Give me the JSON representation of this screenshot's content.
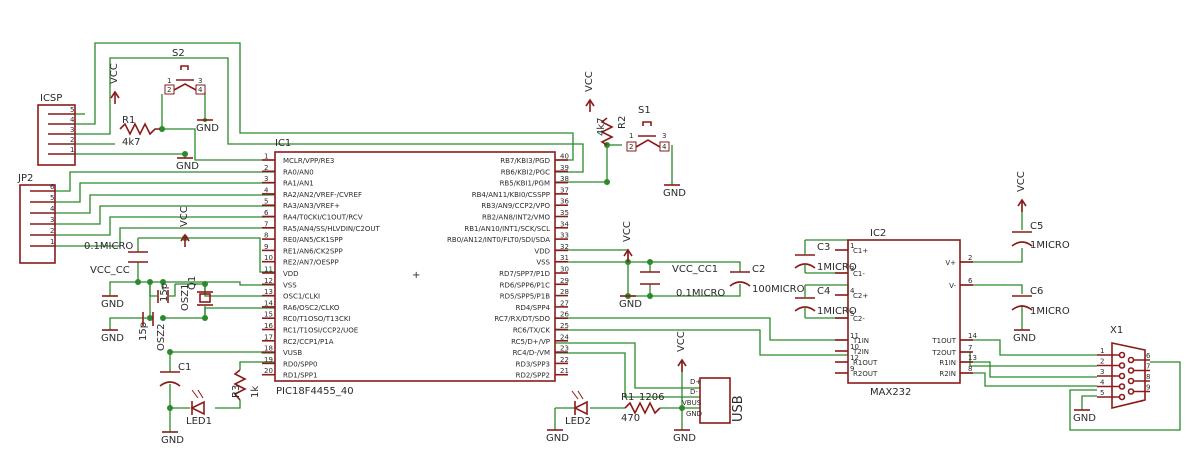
{
  "ic1": {
    "ref": "IC1",
    "value": "PIC18F4455_40",
    "left_pins": [
      {
        "num": "1",
        "name": "MCLR/VPP/RE3"
      },
      {
        "num": "2",
        "name": "RA0/AN0"
      },
      {
        "num": "3",
        "name": "RA1/AN1"
      },
      {
        "num": "4",
        "name": "RA2/AN2/VREF-/CVREF"
      },
      {
        "num": "5",
        "name": "RA3/AN3/VREF+"
      },
      {
        "num": "6",
        "name": "RA4/T0CKI/C1OUT/RCV"
      },
      {
        "num": "7",
        "name": "RA5/AN4/SS/HLVDIN/C2OUT"
      },
      {
        "num": "8",
        "name": "RE0/AN5/CK1SPP"
      },
      {
        "num": "9",
        "name": "RE1/AN6/CK2SPP"
      },
      {
        "num": "10",
        "name": "RE2/AN7/OESPP"
      },
      {
        "num": "11",
        "name": "VDD"
      },
      {
        "num": "12",
        "name": "VSS"
      },
      {
        "num": "13",
        "name": "OSC1/CLKI"
      },
      {
        "num": "14",
        "name": "RA6/OSC2/CLKO"
      },
      {
        "num": "15",
        "name": "RC0/T1OSO/T13CKI"
      },
      {
        "num": "16",
        "name": "RC1/T1OSI/CCP2/UOE"
      },
      {
        "num": "17",
        "name": "RC2/CCP1/P1A"
      },
      {
        "num": "18",
        "name": "VUSB"
      },
      {
        "num": "19",
        "name": "RD0/SPP0"
      },
      {
        "num": "20",
        "name": "RD1/SPP1"
      }
    ],
    "right_pins": [
      {
        "num": "40",
        "name": "RB7/KBI3/PGD"
      },
      {
        "num": "39",
        "name": "RB6/KBI2/PGC"
      },
      {
        "num": "38",
        "name": "RB5/KBI1/PGM"
      },
      {
        "num": "37",
        "name": "RB4/AN11/KBI0/CSSPP"
      },
      {
        "num": "36",
        "name": "RB3/AN9/CCP2/VPO"
      },
      {
        "num": "35",
        "name": "RB2/AN8/INT2/VMO"
      },
      {
        "num": "34",
        "name": "RB1/AN10/INT1/SCK/SCL"
      },
      {
        "num": "33",
        "name": "RB0/AN12/INT0/FLT0/SDI/SDA"
      },
      {
        "num": "32",
        "name": "VDD"
      },
      {
        "num": "31",
        "name": "VSS"
      },
      {
        "num": "30",
        "name": "RD7/SPP7/P1D"
      },
      {
        "num": "29",
        "name": "RD6/SPP6/P1C"
      },
      {
        "num": "28",
        "name": "RD5/SPP5/P1B"
      },
      {
        "num": "27",
        "name": "RD4/SPP4"
      },
      {
        "num": "26",
        "name": "RC7/RX/DT/SDO"
      },
      {
        "num": "25",
        "name": "RC6/TX/CK"
      },
      {
        "num": "24",
        "name": "RC5/D+/VP"
      },
      {
        "num": "23",
        "name": "RC4/D-/VM"
      },
      {
        "num": "22",
        "name": "RD3/SPP3"
      },
      {
        "num": "21",
        "name": "RD2/SPP2"
      }
    ]
  },
  "ic2": {
    "ref": "IC2",
    "value": "MAX232",
    "left_pins": [
      {
        "num": "1",
        "name": "C1+"
      },
      {
        "num": "3",
        "name": "C1-"
      },
      {
        "num": "4",
        "name": "C2+"
      },
      {
        "num": "5",
        "name": "C2-"
      },
      {
        "num": "11",
        "name": "T1IN"
      },
      {
        "num": "10",
        "name": "T2IN"
      },
      {
        "num": "12",
        "name": "R1OUT"
      },
      {
        "num": "9",
        "name": "R2OUT"
      }
    ],
    "right_pins": [
      {
        "num": "2",
        "name": "V+"
      },
      {
        "num": "6",
        "name": "V-"
      },
      {
        "num": "14",
        "name": "T1OUT"
      },
      {
        "num": "7",
        "name": "T2OUT"
      },
      {
        "num": "13",
        "name": "R1IN"
      },
      {
        "num": "8",
        "name": "R2IN"
      }
    ]
  },
  "icsp": {
    "ref": "ICSP",
    "pins": [
      "5",
      "4",
      "3",
      "2",
      "1"
    ]
  },
  "jp2": {
    "ref": "JP2",
    "pins": [
      "6",
      "5",
      "4",
      "3",
      "2",
      "1"
    ]
  },
  "x1": {
    "ref": "X1",
    "left": [
      "1",
      "2",
      "3",
      "4",
      "5"
    ],
    "right": [
      "6",
      "7",
      "8",
      "9"
    ]
  },
  "labels": {
    "vcc": "VCC",
    "gnd": "GND",
    "s2": "S2",
    "s1": "S1",
    "r1_top": "R1",
    "r1_top_val": "4k7",
    "r2": "R2",
    "r2_val": "4k7",
    "c_vcc": "0.1MICRO",
    "vcc_cc": "VCC_CC",
    "q1": "Q1",
    "osz1": "OSZ1",
    "osz2": "OSZ2",
    "p15_a": "15p",
    "p15_b": "15p",
    "c1": "C1",
    "r3": "R3",
    "r3_val": "1k",
    "led1": "LED1",
    "vcc_cc1": "VCC_CC1",
    "c_cc1": "0.1MICRO",
    "c2": "C2",
    "c2_val": "100MICRO",
    "r1_bot": "R1",
    "r1_bot_pkg": "1206",
    "r1_bot_val": "470",
    "led2": "LED2",
    "usb": "USB",
    "usb_dp": "D+",
    "usb_dm": "D-",
    "usb_vbus": "VBUS",
    "usb_gnd": "GND",
    "c3": "C3",
    "c4": "C4",
    "c5": "C5",
    "c6": "C6",
    "c3_val": "1MICRO",
    "c4_val": "1MICRO",
    "c5_val": "1MICRO",
    "c6_val": "1MICRO",
    "sw_1": "1",
    "sw_2": "2",
    "sw_3": "3",
    "sw_4": "4"
  },
  "colors": {
    "wire": "#2b8a2b",
    "part": "#8b1a1a",
    "text": "#2a2a2a",
    "background": "#ffffff"
  }
}
